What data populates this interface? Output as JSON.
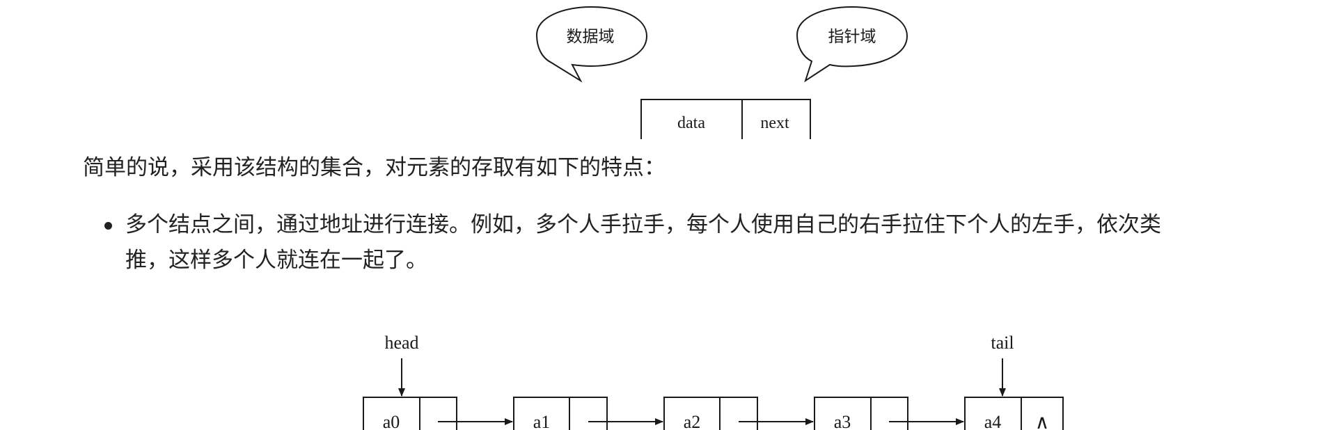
{
  "node_diagram": {
    "data_bubble": "数据域",
    "pointer_bubble": "指针域",
    "data_cell": "data",
    "next_cell": "next"
  },
  "paragraph": {
    "text": "简单的说，采用该结构的集合，对元素的存取有如下的特点："
  },
  "bullets": [
    {
      "line1": "多个结点之间，通过地址进行连接。例如，多个人手拉手，每个人使用自己的右手拉住下个人的左手，依次类",
      "line2": "推，这样多个人就连在一起了。"
    }
  ],
  "list_diagram": {
    "head_label": "head",
    "tail_label": "tail",
    "nodes": [
      "a0",
      "a1",
      "a2",
      "a3",
      "a4"
    ],
    "null_symbol": "∧"
  }
}
